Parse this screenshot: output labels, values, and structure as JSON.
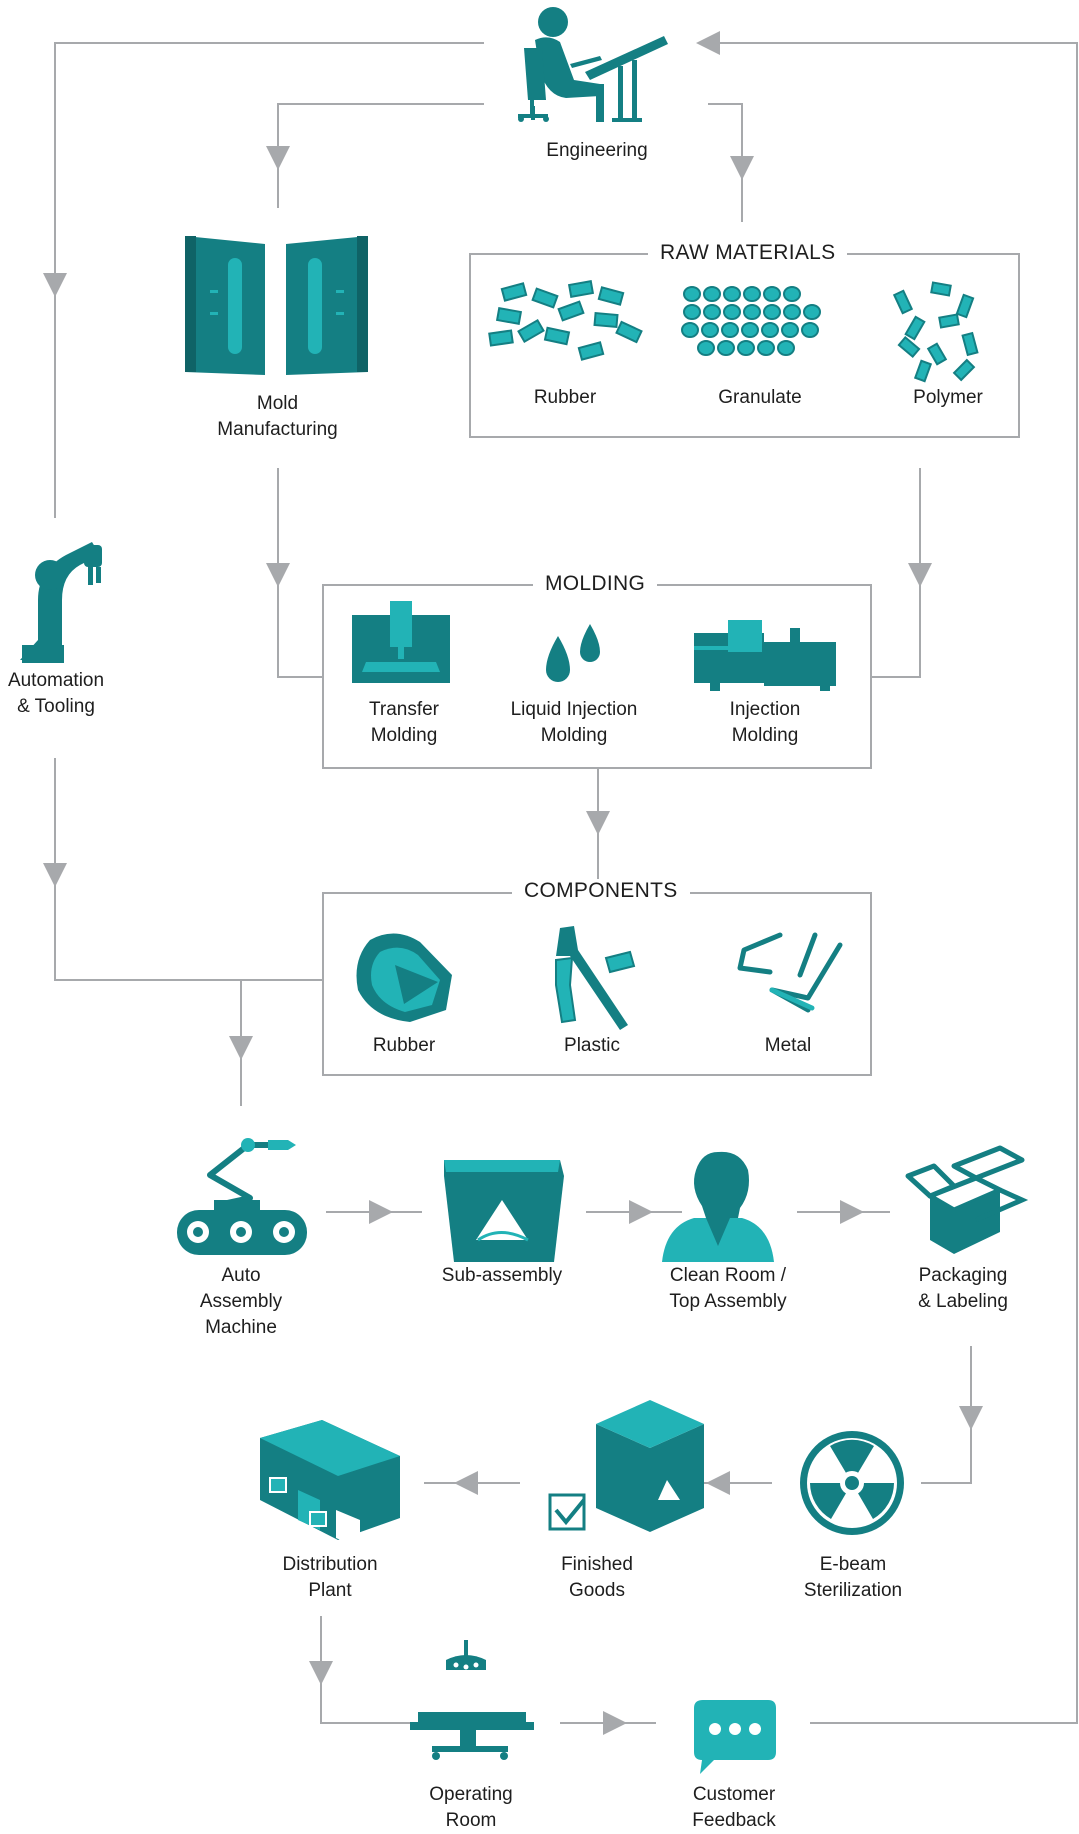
{
  "colors": {
    "teal": "#147f83",
    "teal_light": "#22b3b6",
    "line": "#a7a9ac",
    "text": "#1e1e1e"
  },
  "nodes": {
    "engineering": "Engineering",
    "mold_manufacturing": "Mold\nManufacturing",
    "automation_tooling": "Automation\n& Tooling",
    "auto_assembly": "Auto\nAssembly\nMachine",
    "sub_assembly": "Sub-assembly",
    "clean_room": "Clean Room /\nTop Assembly",
    "packaging": "Packaging\n& Labeling",
    "ebeam": "E-beam\nSterilization",
    "finished_goods": "Finished\nGoods",
    "distribution": "Distribution\nPlant",
    "operating_room": "Operating\nRoom",
    "customer_feedback": "Customer\nFeedback"
  },
  "raw_materials": {
    "title": "RAW MATERIALS",
    "items": [
      "Rubber",
      "Granulate",
      "Polymer"
    ]
  },
  "molding": {
    "title": "MOLDING",
    "items": [
      "Transfer\nMolding",
      "Liquid Injection\nMolding",
      "Injection\nMolding"
    ]
  },
  "components": {
    "title": "COMPONENTS",
    "items": [
      "Rubber",
      "Plastic",
      "Metal"
    ]
  },
  "icons": [
    "engineer-at-drafting-table-icon",
    "mold-halves-icon",
    "rubber-pieces-icon",
    "granulate-beads-icon",
    "polymer-pieces-icon",
    "robot-arm-icon",
    "transfer-press-icon",
    "liquid-drops-icon",
    "injection-machine-icon",
    "rubber-part-icon",
    "plastic-part-icon",
    "metal-part-icon",
    "assembly-robot-conveyor-icon",
    "sub-assembly-tray-icon",
    "clean-room-worker-icon",
    "open-box-icon",
    "radiation-icon",
    "finished-goods-box-icon",
    "factory-building-icon",
    "surgical-light-icon",
    "operating-table-icon",
    "chat-bubble-icon"
  ]
}
